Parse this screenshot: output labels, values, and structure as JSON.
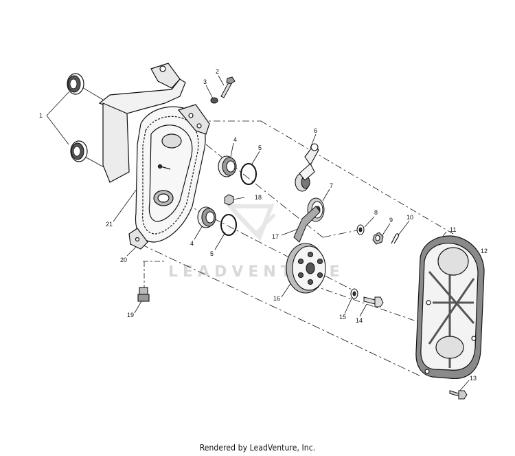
{
  "footer": "Rendered by LeadVenture, Inc.",
  "watermark": "LEADVENTURE",
  "callouts": [
    "1",
    "2",
    "3",
    "4",
    "5",
    "6",
    "7",
    "8",
    "9",
    "10",
    "11",
    "12",
    "13",
    "14",
    "15",
    "16",
    "17",
    "18",
    "19",
    "20",
    "21",
    "4",
    "5"
  ]
}
